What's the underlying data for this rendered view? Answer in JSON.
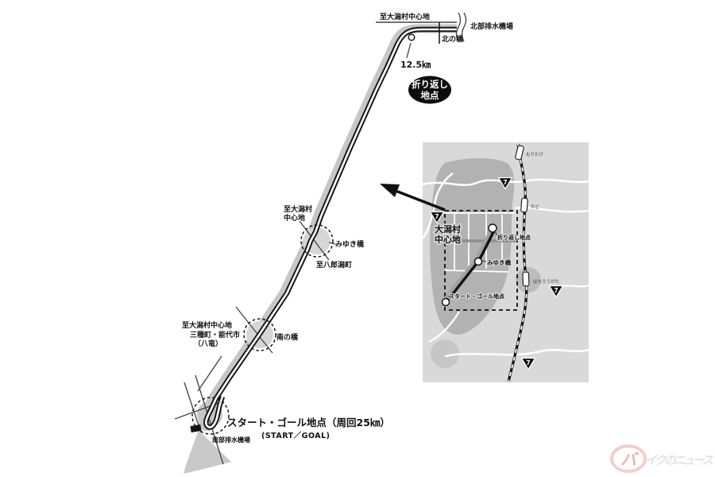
{
  "main_map": {
    "top": {
      "to_center": "至大潟村中心地",
      "north_pump": "北部排水機場",
      "north_bridge": "北の橋",
      "distance": "12.5㎞"
    },
    "turnaround": [
      "折り返し",
      "地点"
    ],
    "miyuki": {
      "to_center": [
        "至大潟村",
        "中心地"
      ],
      "bridge": "みゆき橋",
      "to_hachirogata": "至八郎潟町"
    },
    "minami": {
      "to_towns": [
        "至大潟村中心地",
        "三種町・能代市",
        "（八竜）"
      ],
      "bridge": "南の橋"
    },
    "start_goal": {
      "label": "スタート・ゴール地点（周回25㎞）",
      "label_en": "(START／GOAL)",
      "south_pump": "南部排水機場"
    }
  },
  "inset": {
    "center": [
      "大潟村",
      "中心地"
    ],
    "turnaround": "折り返し地点",
    "miyuki": "みゆき橋",
    "start_goal": "スタート・ゴール地点",
    "stations": [
      "もりたけ",
      "かど",
      "はちろうがた"
    ],
    "route_shield": "7"
  },
  "watermark": {
    "initial": "バ",
    "rest": "イクのニュース"
  },
  "colors": {
    "ink": "#141414",
    "corridor": "#c6c6c6",
    "thin": "#4a4a4a",
    "inset-bg": "#d9d9d9",
    "land": "#b2b2b2",
    "logo-red": "#e06868",
    "logo-gray": "#c9c9c9"
  }
}
